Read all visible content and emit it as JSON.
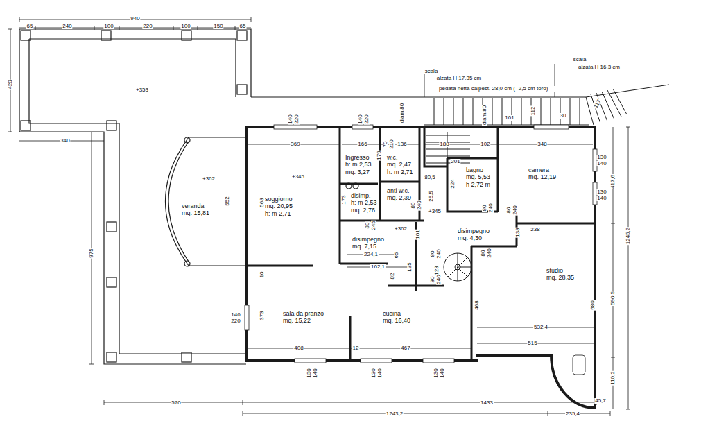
{
  "diagram": {
    "nodes": [
      {
        "text": [
          "veranda",
          "mq. 15,81"
        ]
      },
      {
        "text": [
          "soggiorno",
          "mq. 20,95",
          "h: m 2,71"
        ]
      },
      {
        "text": [
          "Ingresso",
          "h: m 2,53",
          "mq. 3,27"
        ]
      },
      {
        "text": [
          "w.c.",
          "mq. 2,47",
          "h: m 2,71"
        ]
      },
      {
        "text": [
          "bagno",
          "mq. 5,53",
          "h 2,72 m"
        ]
      },
      {
        "text": [
          "camera",
          "mq. 12,19"
        ]
      },
      {
        "text": [
          "disimp.",
          "h: m 2,53",
          "mq. 2,76"
        ]
      },
      {
        "text": [
          "anti w.c.",
          "mq. 2,39"
        ]
      },
      {
        "text": [
          "disimpegno",
          "mq. 7,15"
        ]
      },
      {
        "text": [
          "disimpegno",
          "mq. 4,30"
        ]
      },
      {
        "text": [
          "studio",
          "mq. 28,35"
        ]
      },
      {
        "text": [
          "sala da pranzo",
          "mq. 15,22"
        ]
      },
      {
        "text": [
          "cucina",
          "mq. 16,40"
        ]
      }
    ],
    "labels": [
      "940",
      "65",
      "240",
      "100",
      "220",
      "100",
      "150",
      "65",
      "420",
      "+353",
      "340",
      "975",
      "+362",
      "552",
      "568",
      "10",
      "373",
      "140",
      "220",
      "140",
      "220",
      "140",
      "220",
      "diam.80",
      "diam.80",
      "369",
      "166",
      "136",
      "188",
      "102",
      "348",
      "+345",
      "70",
      "210",
      "179",
      "173",
      "80,5",
      "25,5",
      "224",
      "201",
      "130",
      "140",
      "130",
      "140",
      "417,6",
      "1245,2",
      "590,5",
      "110,2",
      "80",
      "240",
      "+345",
      "80",
      "240",
      "80",
      "240",
      "80",
      "245",
      "+362",
      "101",
      "138",
      "238",
      "80",
      "240",
      "80",
      "240",
      "224,1",
      "65",
      "162,1",
      "135",
      "82",
      "123",
      "80",
      "240",
      "680",
      "468",
      "532,4",
      "515",
      "408",
      "12",
      "467",
      "130",
      "140",
      "130",
      "140",
      "130",
      "140",
      "570",
      "1433",
      "45,7",
      "1243,2",
      "235,4",
      "scala",
      "alzata H 17,35 cm",
      "pedata netta calpest. 28,0 cm (- 2,5 cm toro)",
      "scala",
      "alzata H 16,3 cm",
      "112",
      "101",
      "30",
      "117"
    ]
  }
}
